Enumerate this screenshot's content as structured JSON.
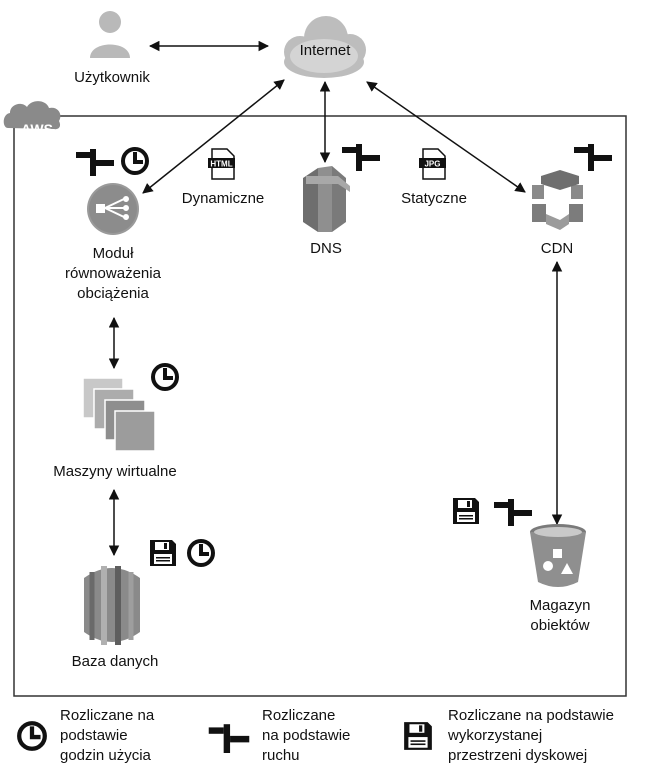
{
  "nodes": {
    "user": "Użytkownik",
    "internet": "Internet",
    "aws": "AWS",
    "lb": [
      "Moduł",
      "równoważenia",
      "obciążenia"
    ],
    "dns": "DNS",
    "cdn": "CDN",
    "vm": "Maszyny wirtualne",
    "db": "Baza danych",
    "storage": [
      "Magazyn",
      "obiektów"
    ]
  },
  "content_types": {
    "dynamic": "Dynamiczne",
    "static": "Statyczne",
    "html_tag": "HTML",
    "jpg_tag": "JPG"
  },
  "legend": {
    "hours": [
      "Rozliczane na",
      "podstawie",
      "godzin użycia"
    ],
    "traffic": [
      "Rozliczane",
      "na podstawie",
      "ruchu"
    ],
    "storage": [
      "Rozliczane na podstawie",
      "wykorzystanej",
      "przestrzeni dyskowej"
    ]
  },
  "icons": {
    "clock": "clock-icon",
    "signpost": "signpost-icon",
    "floppy": "floppy-disk-icon",
    "user": "user-icon",
    "cloud": "cloud-icon",
    "lb": "load-balancer-icon",
    "dns": "dns-icon",
    "cdn": "cdn-icon",
    "vm": "virtual-machines-icon",
    "db": "database-icon",
    "bucket": "bucket-icon",
    "html_file": "html-file-icon",
    "jpg_file": "jpg-file-icon"
  }
}
